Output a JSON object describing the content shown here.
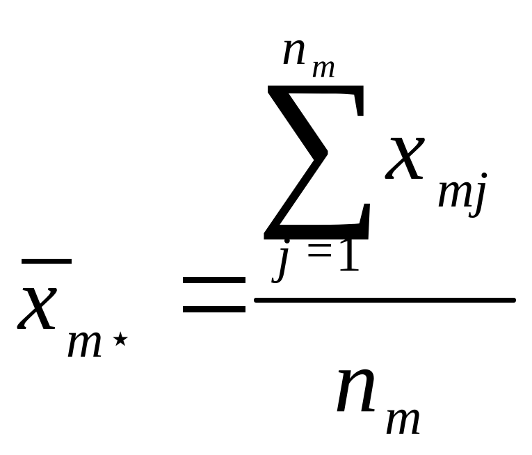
{
  "formula": {
    "lhs": {
      "variable": "x",
      "subscript_index": "m",
      "subscript_mark": "⋆"
    },
    "relation": "=",
    "numerator": {
      "operator": "∑",
      "upper_limit_base": "n",
      "upper_limit_sub": "m",
      "lower_limit_var": "j",
      "lower_limit_eq": "=",
      "lower_limit_value": "1",
      "term_base": "x",
      "term_sub": "mj"
    },
    "denominator": {
      "base": "n",
      "sub": "m"
    }
  }
}
